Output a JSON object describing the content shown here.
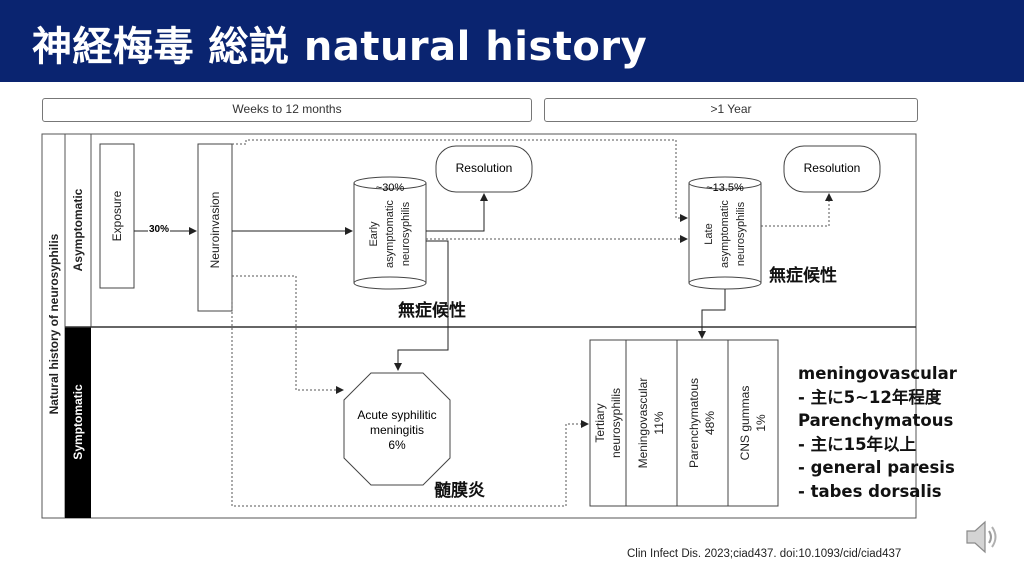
{
  "slide": {
    "title": "神経梅毒 総説 natural history"
  },
  "timeline": {
    "early_label": "Weeks to 12 months",
    "late_label": ">1 Year"
  },
  "diagram": {
    "outer_label": "Natural history of neurosyphilis",
    "asymptomatic_label": "Asymptomatic",
    "symptomatic_label": "Symptomatic",
    "exposure": "Exposure",
    "exposure_pct": "30%",
    "neuroinvasion": "Neuroinvasion",
    "early_asym": {
      "pct": "~30%",
      "line1": "Early",
      "line2": "asymptomatic",
      "line3": "neurosyphilis"
    },
    "late_asym": {
      "pct": "~13.5%",
      "line1": "Late",
      "line2": "asymptomatic",
      "line3": "neurosyphilis"
    },
    "resolution_early": "Resolution",
    "resolution_late": "Resolution",
    "meningitis": {
      "line1": "Acute syphilitic",
      "line2": "meningitis",
      "pct": "6%"
    },
    "tertiary": {
      "line1": "Tertiary",
      "line2": "neurosyphilis"
    },
    "meningovascular": {
      "name": "Meningovascular",
      "pct": "11%"
    },
    "parenchymatous": {
      "name": "Parenchymatous",
      "pct": "48%"
    },
    "cns_gummas": {
      "name": "CNS gummas",
      "pct": "1%"
    }
  },
  "annotations": {
    "early_asym_jp": "無症候性",
    "late_asym_jp": "無症候性",
    "meningitis_jp": "髄膜炎"
  },
  "notes": [
    "meningovascular",
    " - 主に5~12年程度",
    "Parenchymatous",
    " - 主に15年以上",
    " - general paresis",
    " - tabes dorsalis"
  ],
  "citation": "Clin Infect Dis. 2023;ciad437. doi:10.1093/cid/ciad437",
  "colors": {
    "title_bg": "#0a2470",
    "title_text": "#ffffff",
    "symptomatic_band": "#000000"
  },
  "icons": {
    "speaker": "speaker-icon"
  }
}
